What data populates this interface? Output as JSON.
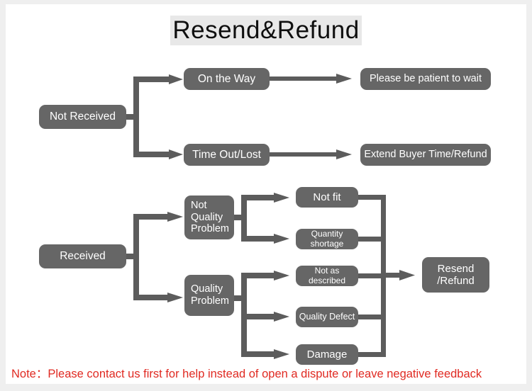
{
  "title": "Resend&Refund",
  "colors": {
    "node_fill": "#666666",
    "node_text": "#ffffff",
    "connector": "#5c5c5c",
    "title_highlight": "#e8e8e8",
    "note_text": "#e02a22",
    "page_background": "#efefef",
    "canvas_background": "#ffffff"
  },
  "flow": {
    "branches": [
      {
        "id": "not-received",
        "root": {
          "label": "Not Received"
        },
        "steps": [
          {
            "label": "On the Way",
            "outcome": "Please be patient to wait"
          },
          {
            "label": "Time Out/Lost",
            "outcome": "Extend Buyer Time/Refund"
          }
        ]
      },
      {
        "id": "received",
        "root": {
          "label": "Received"
        },
        "categories": [
          {
            "label": "Not\nQuality\nProblem",
            "reasons": [
              "Not fit",
              "Quantity shortage"
            ]
          },
          {
            "label": "Quality\nProblem",
            "reasons": [
              "Not as described",
              "Quality Defect",
              "Damage"
            ]
          }
        ],
        "outcome": "Resend\n/Refund"
      }
    ]
  },
  "note": "Note：Please contact us first for help instead of open a dispute or leave negative feedback"
}
